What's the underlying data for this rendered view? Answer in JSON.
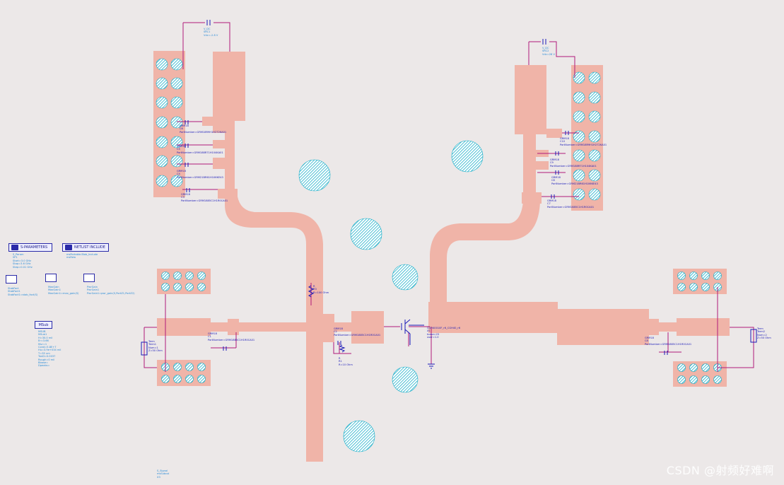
{
  "colors": {
    "background": "#ece8e8",
    "microstrip": "#f0b4a8",
    "via_fill": "#1ab0c8",
    "wire": "#b01a7a",
    "label": "#1a1ab8"
  },
  "controls": {
    "sparams_title": "S-PARAMETERS",
    "sparams_label": "S_Param\nSP1\nStart=3.0 GHz\nStop=3.6 GHz\nStep=0.01 GHz",
    "netlist_title": "NETLIST INCLUDE",
    "netlist_label": "msPortable.Blob_Include\nmsRelo",
    "stabfact_label": "StabFact\nStabFact1\nStabFact1=stab_fact(S)",
    "maxgain_label": "MaxGain\nMaxGain1\nMaxGain1=max_gain(S)",
    "pwrgain_label": "PwrGain\nPwrGain1\nPwrGain1=pwr_gain(S,PortZ1,PortZ2)",
    "msub_title": "MSub",
    "msub_label": "MSUB\nMSub1\nH=30.0 mil\nEr=3.66\nMur=1\nCond=5.8E+7\nHu=3.9e+034 mil\nT=35 um\nTanD=0.0037\nRough=0 mil\nBbase=\nDpeaks=",
    "bottom_label": "S_Signal\nmsSubcol\nX3"
  },
  "supplies": {
    "vdc1": "V_DC\nSRC1\nVdc=-2.8 V",
    "vdc2": "V_DC\nSRC2\nVdc=28 V"
  },
  "components": {
    "c_in_top1": "GRM18\nC6\nPartNumber=GRM18R9H1H272KA01",
    "c_in_top2": "GRM18\nC5\nPartNumber=GRM188R71H104KA01",
    "c_in_top3": "GRM18\nC4\nPartNumber=GRM21BR61H106KE43",
    "c_in_top4": "GRM18\nC3\nPartNumber=GRM1885C1H1R0CA01",
    "c_out_top1": "GRM18\nC10\nPartNumber=GRM18R9H1H272KA01",
    "c_out_top2": "GRM18\nC9\nPartNumber=GRM188R71H104KA01",
    "c_out_top3": "GRM18\nC8\nPartNumber=GRM21BR61H106KE43",
    "c_out_top4": "GRM18\nC7\nPartNumber=GRM1885C1H1R0CA01",
    "c_in_block": "GRM18\nC1\nPartNumber=GRM1885C1H1R0CA01",
    "c_mid": "GRM18\nC2\nPartNumber=GRM1885C1H1R0CA01",
    "c_out_block": "GRM18\nC8\nPartNumber=GRM1885C1H1R0CA01",
    "r_gate": "R\nR3\nR=100 Ohm",
    "r_shunt": "R\nR1\nR=10 Ohm",
    "transistor": "CGH40010F_r6_CGH40_r6\nX1\ntcase=25\nuser=1.0",
    "term1": "Term\nTerm1\nNum=1\nZ=50 Ohm",
    "term2": "Term\nTerm2\nNum=2\nZ=50 Ohm"
  },
  "watermark": "CSDN @射频好难啊"
}
